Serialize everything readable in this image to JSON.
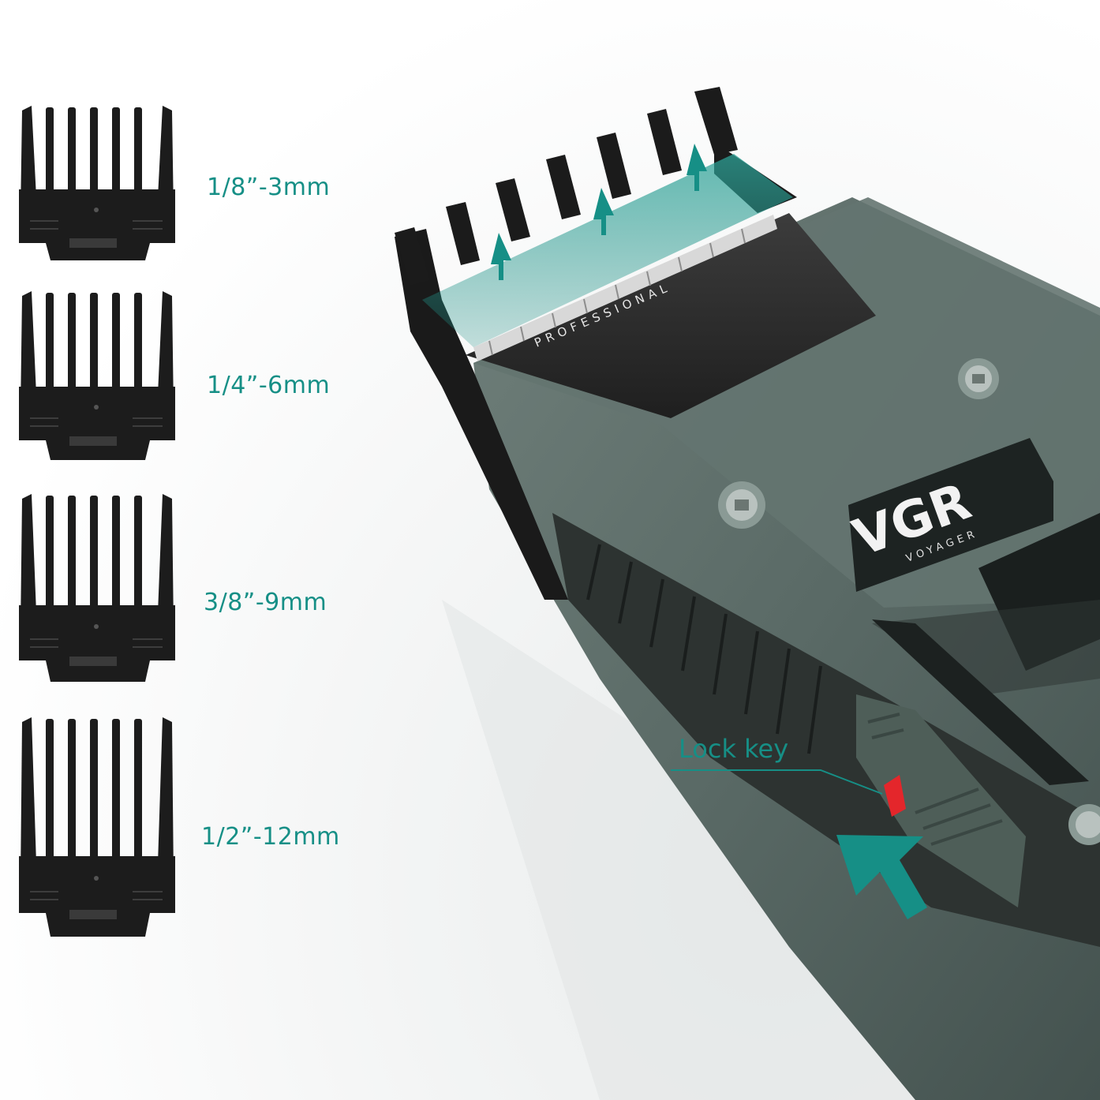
{
  "guards": [
    {
      "label": "1/8”-3mm"
    },
    {
      "label": "1/4”-6mm"
    },
    {
      "label": "3/8”-9mm"
    },
    {
      "label": "1/2”-12mm"
    }
  ],
  "clipper": {
    "brand": "VGR",
    "sub_brand": "VOYAGER",
    "blade_text": "PROFESSIONAL",
    "callout": "Lock key"
  },
  "colors": {
    "accent": "#168f86",
    "body": "#5d6c68",
    "guard": "#1e1e1e",
    "lock": "#e4262b"
  },
  "icons": [
    "up-arrow-icon",
    "push-arrow-icon",
    "screw-icon"
  ]
}
